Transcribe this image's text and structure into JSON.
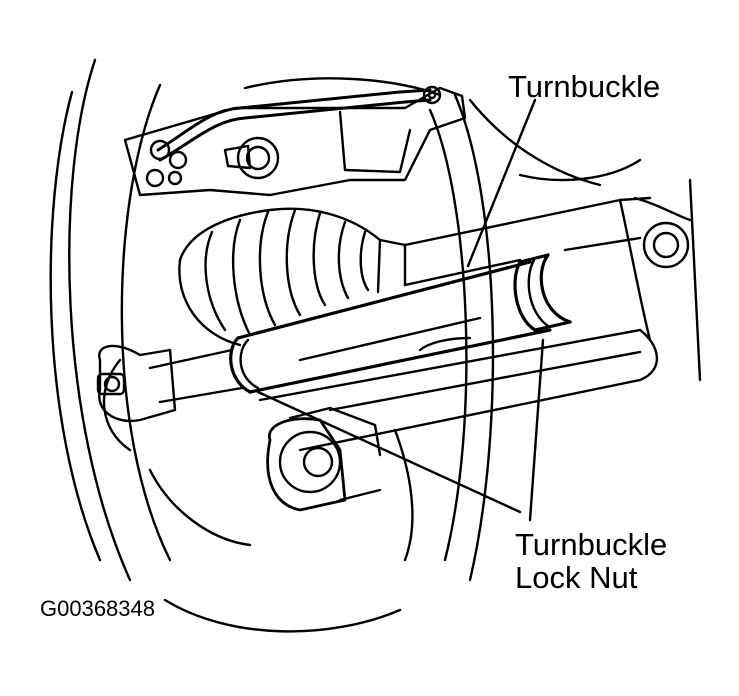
{
  "labels": {
    "turnbuckle": "Turnbuckle",
    "lock_nut_line1": "Turnbuckle",
    "lock_nut_line2": "Lock Nut"
  },
  "figure_id": "G00368348",
  "colors": {
    "ink": "#000000",
    "paper": "#ffffff"
  }
}
